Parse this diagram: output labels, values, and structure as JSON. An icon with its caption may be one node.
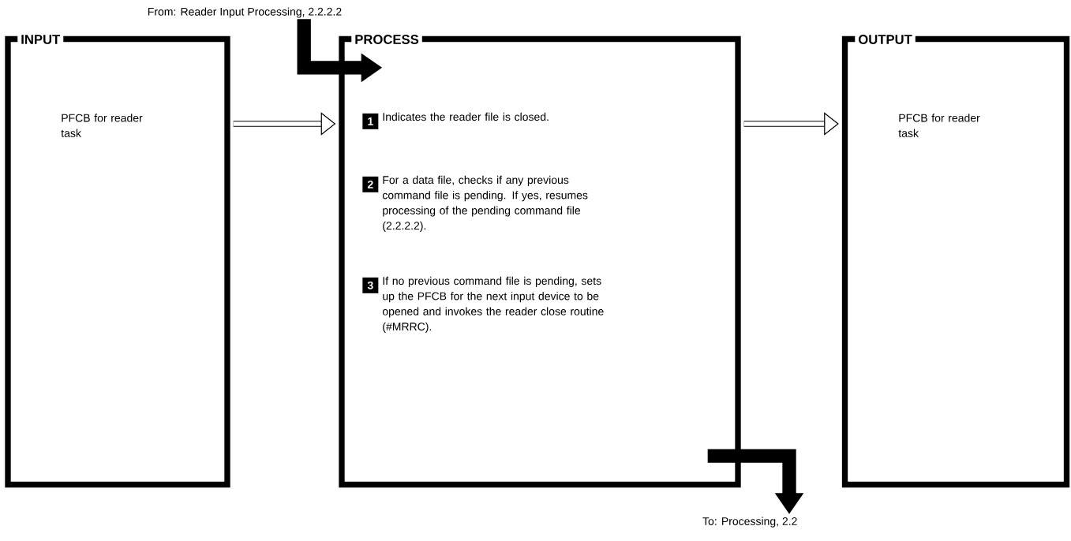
{
  "diagram": {
    "nodes": [
      {
        "text": [
          "From:  Reader Input Processing, 2.2.2.2"
        ]
      },
      {
        "text": [
          "INPUT",
          "PFCB for reader task"
        ]
      },
      {
        "text": [
          "PROCESS"
        ]
      },
      {
        "text": [
          "1"
        ],
        "in": 2,
        "beside": [
          "Indicates the reader file is closed."
        ]
      },
      {
        "text": [
          "2"
        ],
        "in": 2,
        "beside": [
          "For a data file, checks if any previous command file is pending.  If yes, resumes processing of the pending command file (2.2.2.2)."
        ]
      },
      {
        "text": [
          "3"
        ],
        "in": 2,
        "beside": [
          "If no previous command file is pending, sets up the PFCB for the next input device to be opened and invokes the reader close routine (#MRRC)."
        ]
      },
      {
        "text": [
          "OUTPUT",
          "PFCB for reader task"
        ]
      },
      {
        "text": [
          "To:  Processing, 2.2"
        ]
      }
    ],
    "edges": [
      {
        "from": 0,
        "to": 2,
        "arrow": "to",
        "style": "thick"
      },
      {
        "from": 1,
        "to": 2,
        "arrow": "to"
      },
      {
        "from": 2,
        "to": 6,
        "arrow": "to"
      },
      {
        "from": 2,
        "to": 7,
        "arrow": "to",
        "style": "thick"
      }
    ]
  }
}
